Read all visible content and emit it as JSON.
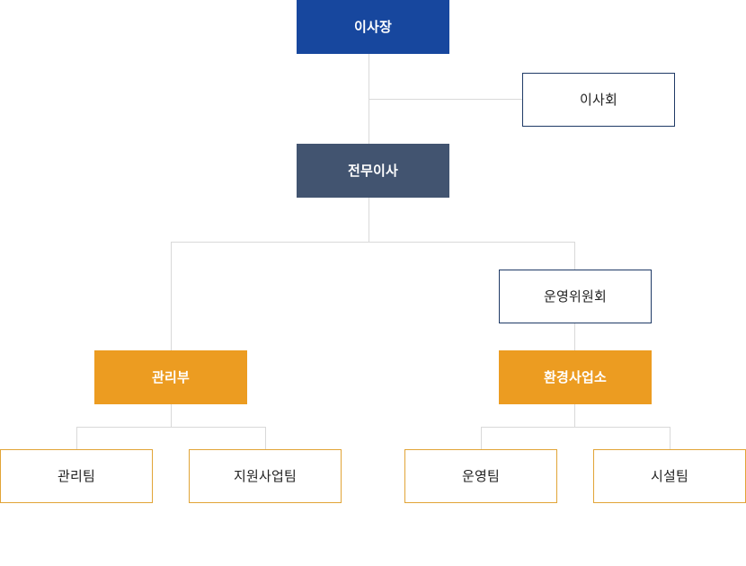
{
  "org_chart": {
    "chairman": {
      "label": "이사장"
    },
    "board": {
      "label": "이사회"
    },
    "managing_director": {
      "label": "전무이사"
    },
    "operating_committee": {
      "label": "운영위원회"
    },
    "management_department": {
      "label": "관리부",
      "teams": [
        {
          "label": "관리팀"
        },
        {
          "label": "지원사업팀"
        }
      ]
    },
    "environment_office": {
      "label": "환경사업소",
      "teams": [
        {
          "label": "운영팀"
        },
        {
          "label": "시설팀"
        }
      ]
    }
  },
  "colors": {
    "chairman": "#17479e",
    "managing_director": "#425470",
    "department": "#ec9c21",
    "outline_navy": "#1f3a66",
    "outline_orange": "#e1a437",
    "connector": "#d9d9d9"
  }
}
